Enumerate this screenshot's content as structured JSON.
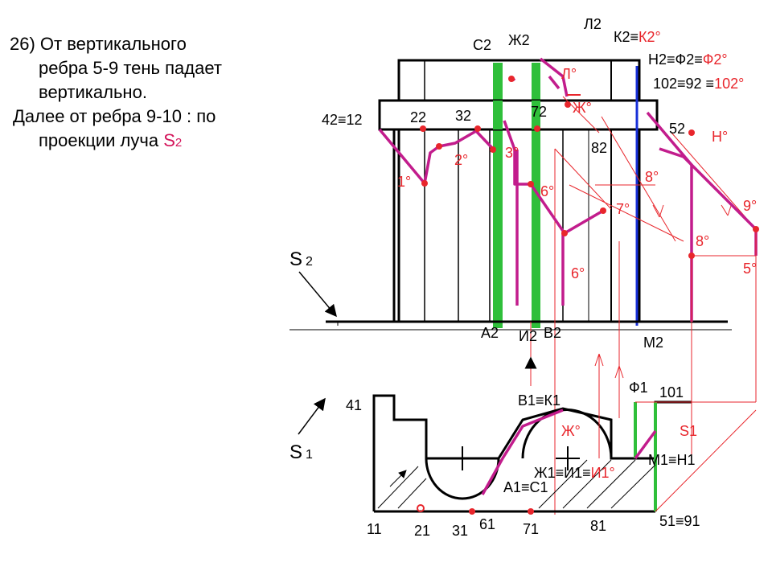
{
  "text": {
    "l1": "26) От вертикального",
    "l2": "ребра 5-9 тень падает",
    "l3": "вертикально.",
    "l4": "Далее от ребра 9-10 : по",
    "l5_pre": "проекции луча ",
    "l5_s": "S",
    "l5_sub": "2"
  },
  "labels": {
    "L2": "Л2",
    "C2": "С2",
    "Zh2": "Ж2",
    "K2": "К2≡",
    "K2r": "К2°",
    "N2": "Н2≡Ф2≡",
    "N2r": "Ф2°",
    "p10": "102≡92 ≡",
    "p10r": "102°",
    "L0": "Л°",
    "Zh0": "Ж°",
    "p42": "42≡12",
    "p22": "22",
    "p32": "32",
    "p72": "72",
    "p52": "52",
    "N0": "Н°",
    "p82": "82",
    "d1": "1°",
    "d2": "2°",
    "d3": "3°",
    "d6a": "6°",
    "d8a": "8°",
    "d7": "7°",
    "d9": "9°",
    "d8b": "8°",
    "d5": "5°",
    "d6b": "6°",
    "S2": "S",
    "S2sub": "2",
    "A2": "А2",
    "I2": "И2",
    "B2": "В2",
    "M2": "М2",
    "F1": "Ф1",
    "p101": "101",
    "p41": "41",
    "B1K1": "В1≡К1",
    "Zh0b": "Ж°",
    "S1r": "S1",
    "S1": "S",
    "S1sub": "1",
    "Zh1": "Ж1≡И1≡",
    "I1r": "И1°",
    "A1": "А1≡С1",
    "M1": "М1≡Н1",
    "p11": "11",
    "p21": "21",
    "p31": "31",
    "p61": "61",
    "p71": "71",
    "p81": "81",
    "p51": "51≡91"
  },
  "colors": {
    "shadow": "#c21c8c",
    "ray": "#e8262c",
    "green": "#2fbf3a",
    "blue": "#1830d8",
    "text_red": "#e8262c"
  }
}
